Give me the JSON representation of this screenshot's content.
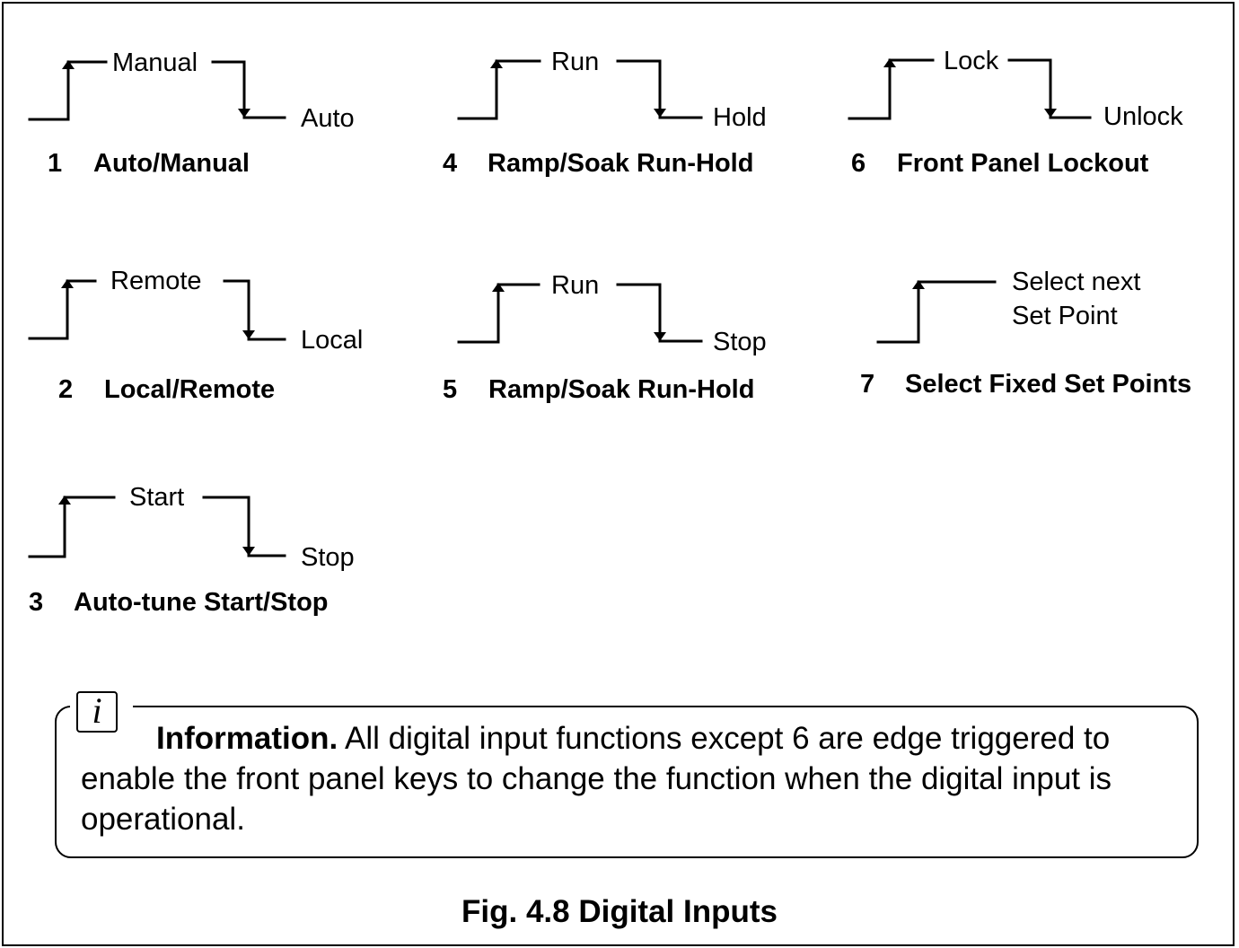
{
  "functions": [
    {
      "number": "1",
      "title": "Auto/Manual",
      "high_label": "Manual",
      "low_label": "Auto",
      "edges": "rise-fall"
    },
    {
      "number": "2",
      "title": "Local/Remote",
      "high_label": "Remote",
      "low_label": "Local",
      "edges": "rise-fall"
    },
    {
      "number": "3",
      "title": "Auto-tune Start/Stop",
      "high_label": "Start",
      "low_label": "Stop",
      "edges": "rise-fall"
    },
    {
      "number": "4",
      "title": "Ramp/Soak Run-Hold",
      "high_label": "Run",
      "low_label": "Hold",
      "edges": "rise-fall"
    },
    {
      "number": "5",
      "title": "Ramp/Soak Run-Hold",
      "high_label": "Run",
      "low_label": "Stop",
      "edges": "rise-fall"
    },
    {
      "number": "6",
      "title": "Front Panel Lockout",
      "high_label": "Lock",
      "low_label": "Unlock",
      "edges": "rise-fall"
    },
    {
      "number": "7",
      "title": "Select Fixed Set Points",
      "high_label_line1": "Select next",
      "high_label_line2": "Set Point",
      "edges": "rise-only"
    }
  ],
  "information": {
    "icon": "info-icon",
    "icon_glyph": "i",
    "heading": "Information.",
    "text": "All digital input functions except 6 are edge triggered to enable the front panel keys to change the function when the digital input is operational."
  },
  "figure_caption": "Fig. 4.8 Digital Inputs"
}
